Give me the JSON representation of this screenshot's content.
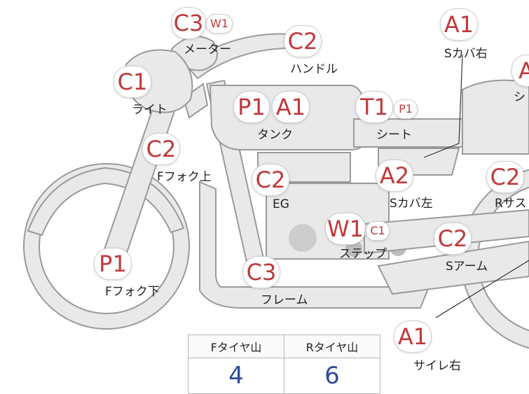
{
  "badges": [
    {
      "text": "C3",
      "key": "meter-code"
    },
    {
      "text": "W1",
      "key": "meter-sub"
    },
    {
      "text": "C2",
      "key": "handle-code"
    },
    {
      "text": "A1",
      "key": "s-cover-right-code"
    },
    {
      "text": "A",
      "key": "right-edge-code"
    },
    {
      "text": "C1",
      "key": "light-code"
    },
    {
      "text": "P1",
      "key": "tank-code-1"
    },
    {
      "text": "A1",
      "key": "tank-code-2"
    },
    {
      "text": "T1",
      "key": "seat-code"
    },
    {
      "text": "P1",
      "key": "seat-sub"
    },
    {
      "text": "C2",
      "key": "f-fork-upper-code"
    },
    {
      "text": "C2",
      "key": "engine-code"
    },
    {
      "text": "A2",
      "key": "s-cover-left-code"
    },
    {
      "text": "C2",
      "key": "r-sus-code"
    },
    {
      "text": "W1",
      "key": "step-code"
    },
    {
      "text": "C1",
      "key": "step-sub"
    },
    {
      "text": "C2",
      "key": "s-arm-code"
    },
    {
      "text": "P1",
      "key": "f-fork-lower-code"
    },
    {
      "text": "C3",
      "key": "frame-code"
    },
    {
      "text": "A1",
      "key": "silencer-right-code"
    }
  ],
  "labels": [
    {
      "text": "メーター",
      "key": "meter"
    },
    {
      "text": "ハンドル",
      "key": "handle"
    },
    {
      "text": "Sカバ右",
      "key": "s-cover-right"
    },
    {
      "text": "シ",
      "key": "seat-right-partial"
    },
    {
      "text": "ライト",
      "key": "light"
    },
    {
      "text": "タンク",
      "key": "tank"
    },
    {
      "text": "シート",
      "key": "seat"
    },
    {
      "text": "Fフォク上",
      "key": "f-fork-upper"
    },
    {
      "text": "EG",
      "key": "engine"
    },
    {
      "text": "Sカバ左",
      "key": "s-cover-left"
    },
    {
      "text": "Rサス",
      "key": "r-sus"
    },
    {
      "text": "ステップ",
      "key": "step"
    },
    {
      "text": "Sアーム",
      "key": "s-arm"
    },
    {
      "text": "Fフォク下",
      "key": "f-fork-lower"
    },
    {
      "text": "フレーム",
      "key": "frame"
    },
    {
      "text": "サイレ右",
      "key": "silencer-right"
    }
  ],
  "tire_tread": {
    "front_label": "Fタイヤ山",
    "rear_label": "Rタイヤ山",
    "front_value": "4",
    "rear_value": "6",
    "value_color": "#2f4a9a"
  },
  "colors": {
    "code_text": "#c0393b",
    "part_fill": "#e9e9e9",
    "part_stroke": "#9a9a9a"
  }
}
